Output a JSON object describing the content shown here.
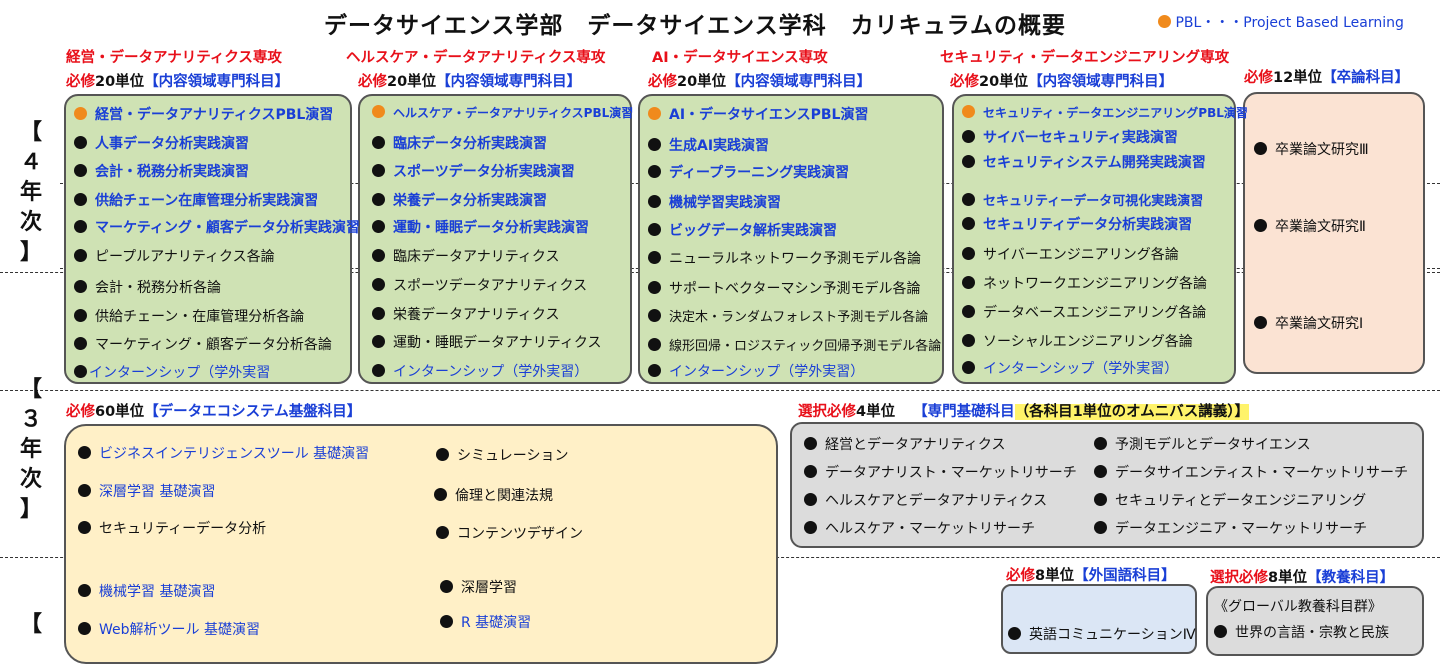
{
  "title": "データサイエンス学部　データサイエンス学科　カリキュラムの概要",
  "legend": "PBL・・・Project Based Learning",
  "years": {
    "y4": [
      "【",
      "４",
      "年",
      "次",
      "】"
    ],
    "y3": [
      "【",
      "３",
      "年",
      "次",
      "】"
    ],
    "y2": [
      "【"
    ]
  },
  "tracks": [
    {
      "name": "経営・データアナリティクス専攻",
      "req": "必修",
      "units": "20単位",
      "cat": "【内容領域専門科目】",
      "items": [
        {
          "t": "経営・データアナリティクスPBL演習",
          "dot": "orange"
        },
        {
          "t": "人事データ分析実践演習",
          "dot": "black"
        },
        {
          "t": "会計・税務分析実践演習",
          "dot": "black"
        },
        {
          "t": "供給チェーン在庫管理分析実践演習",
          "dot": "black"
        },
        {
          "t": "マーケティング・顧客データ分析実践演習",
          "dot": "black"
        },
        {
          "t": "ピープルアナリティクス各論",
          "dot": "black"
        },
        {
          "t": "会計・税務分析各論",
          "dot": "black"
        },
        {
          "t": "供給チェーン・在庫管理分析各論",
          "dot": "black"
        },
        {
          "t": "マーケティング・顧客データ分析各論",
          "dot": "black"
        },
        {
          "t": "インターンシップ（学外実習",
          "dot": "black"
        }
      ]
    },
    {
      "name": "ヘルスケア・データアナリティクス専攻",
      "req": "必修",
      "units": "20単位",
      "cat": "【内容領域専門科目】",
      "items": [
        {
          "t": "ヘルスケア・データアナリティクスPBL演習",
          "dot": "orange"
        },
        {
          "t": "臨床データ分析実践演習",
          "dot": "black"
        },
        {
          "t": "スポーツデータ分析実践演習",
          "dot": "black"
        },
        {
          "t": "栄養データ分析実践演習",
          "dot": "black"
        },
        {
          "t": "運動・睡眠データ分析実践演習",
          "dot": "black"
        },
        {
          "t": "臨床データアナリティクス",
          "dot": "black"
        },
        {
          "t": "スポーツデータアナリティクス",
          "dot": "black"
        },
        {
          "t": "栄養データアナリティクス",
          "dot": "black"
        },
        {
          "t": "運動・睡眠データアナリティクス",
          "dot": "black"
        },
        {
          "t": "インターンシップ（学外実習）",
          "dot": "black"
        }
      ]
    },
    {
      "name": "AI・データサイエンス専攻",
      "req": "必修",
      "units": "20単位",
      "cat": "【内容領域専門科目】",
      "items": [
        {
          "t": "AI・データサイエンスPBL演習",
          "dot": "orange"
        },
        {
          "t": "生成AI実践演習",
          "dot": "black"
        },
        {
          "t": "ディープラーニング実践演習",
          "dot": "black"
        },
        {
          "t": "機械学習実践演習",
          "dot": "black"
        },
        {
          "t": "ビッグデータ解析実践演習",
          "dot": "black"
        },
        {
          "t": "ニューラルネットワーク予測モデル各論",
          "dot": "black"
        },
        {
          "t": "サポートベクターマシン予測モデル各論",
          "dot": "black"
        },
        {
          "t": "決定木・ランダムフォレスト予測モデル各論",
          "dot": "black"
        },
        {
          "t": "線形回帰・ロジスティック回帰予測モデル各論",
          "dot": "black"
        },
        {
          "t": "インターンシップ（学外実習）",
          "dot": "black"
        }
      ]
    },
    {
      "name": "セキュリティ・データエンジニアリング専攻",
      "req": "必修",
      "units": "20単位",
      "cat": "【内容領域専門科目】",
      "items": [
        {
          "t": "セキュリティ・データエンジニアリングPBL演習",
          "dot": "orange"
        },
        {
          "t": "サイバーセキュリティ実践演習",
          "dot": "black"
        },
        {
          "t": "セキュリティシステム開発実践演習",
          "dot": "black"
        },
        {
          "t": "セキュリティーデータ可視化実践演習",
          "dot": "black"
        },
        {
          "t": "セキュリティデータ分析実践演習",
          "dot": "black"
        },
        {
          "t": "サイバーエンジニアリング各論",
          "dot": "black"
        },
        {
          "t": "ネットワークエンジニアリング各論",
          "dot": "black"
        },
        {
          "t": "データベースエンジニアリング各論",
          "dot": "black"
        },
        {
          "t": "ソーシャルエンジニアリング各論",
          "dot": "black"
        },
        {
          "t": "インターンシップ（学外実習）",
          "dot": "black"
        }
      ]
    }
  ],
  "thesis": {
    "req": "必修",
    "units": "12単位",
    "cat": "【卒論科目】",
    "items": [
      "卒業論文研究Ⅲ",
      "卒業論文研究Ⅱ",
      "卒業論文研究Ⅰ"
    ]
  },
  "foundation": {
    "req": "必修",
    "units": "60単位",
    "cat": "【データエコシステム基盤科目】",
    "left": [
      {
        "t": "ビジネスインテリジェンスツール 基礎演習",
        "c": "blue"
      },
      {
        "t": "深層学習 基礎演習",
        "c": "blue"
      },
      {
        "t": "セキュリティーデータ分析",
        "c": "black"
      },
      {
        "t": "機械学習 基礎演習",
        "c": "blue"
      },
      {
        "t": "Web解析ツール 基礎演習",
        "c": "blue"
      }
    ],
    "right": [
      {
        "t": "シミュレーション",
        "c": "black"
      },
      {
        "t": "倫理と関連法規",
        "c": "black"
      },
      {
        "t": "コンテンツデザイン",
        "c": "black"
      },
      {
        "t": "深層学習",
        "c": "black"
      },
      {
        "t": "R 基礎演習",
        "c": "blue"
      }
    ]
  },
  "specialBasic": {
    "req": "選択必修",
    "units": "4単位",
    "cat": "【専門基礎科目",
    "note": "（各科目1単位のオムニバス講義）】",
    "left": [
      "経営とデータアナリティクス",
      "データアナリスト・マーケットリサーチ",
      "ヘルスケアとデータアナリティクス",
      "ヘルスケア・マーケットリサーチ"
    ],
    "right": [
      "予測モデルとデータサイエンス",
      "データサイエンティスト・マーケットリサーチ",
      "セキュリティとデータエンジニアリング",
      "データエンジニア・マーケットリサーチ"
    ]
  },
  "foreign": {
    "req": "必修",
    "units": "8単位",
    "cat": "【外国語科目】",
    "items": [
      "英語コミュニケーションⅣ"
    ]
  },
  "liberal": {
    "req": "選択必修",
    "units": "8単位",
    "cat": "【教養科目】",
    "group": "《グローバル教養科目群》",
    "items": [
      "世界の言語・宗教と民族"
    ]
  }
}
